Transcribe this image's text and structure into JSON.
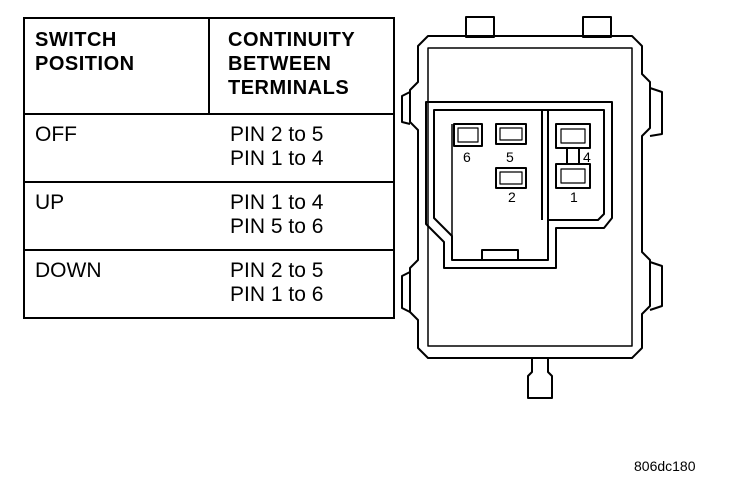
{
  "table": {
    "header": {
      "position": "SWITCH\nPOSITION",
      "continuity": "CONTINUITY\nBETWEEN\nTERMINALS"
    },
    "rows": [
      {
        "position": "OFF",
        "pins": [
          "PIN 2 to 5",
          "PIN 1 to 4"
        ]
      },
      {
        "position": "UP",
        "pins": [
          "PIN 1 to 4",
          "PIN 5 to 6"
        ]
      },
      {
        "position": "DOWN",
        "pins": [
          "PIN 2 to 5",
          "PIN 1 to 6"
        ]
      }
    ]
  },
  "connector": {
    "pin_labels": {
      "p1": "1",
      "p2": "2",
      "p4": "4",
      "p5": "5",
      "p6": "6"
    }
  },
  "reference_code": "806dc180"
}
